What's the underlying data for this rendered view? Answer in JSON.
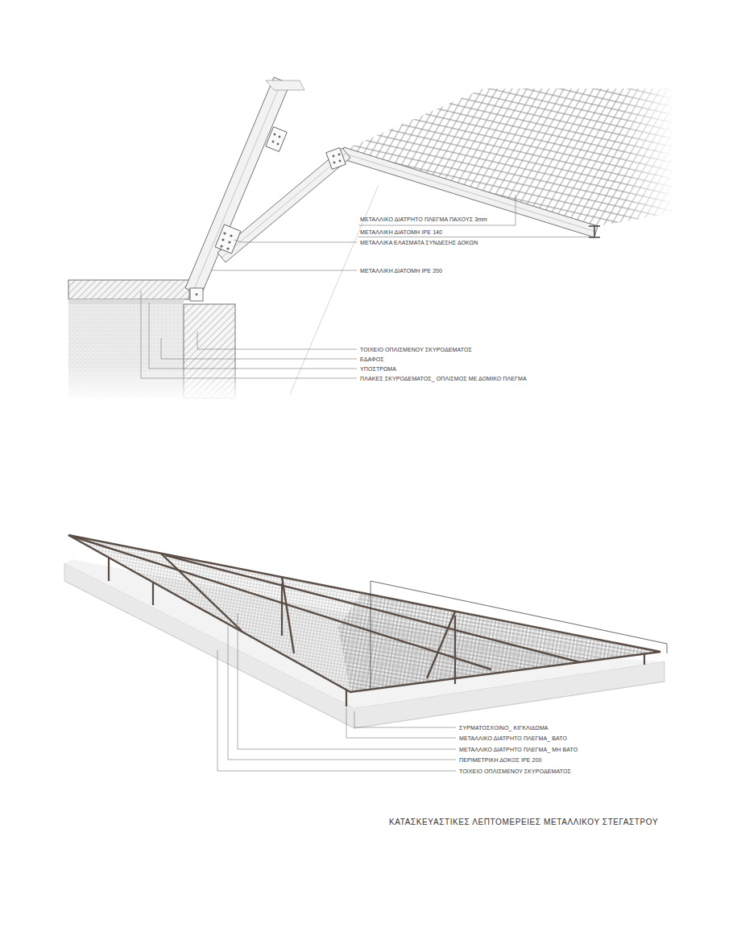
{
  "diagram": {
    "title": "ΚΑΤΑΣΚΕΥΑΣΤΙΚΕΣ ΛΕΠΤΟΜΕΡΕΙΕΣ ΜΕΤΑΛΛΙΚΟΥ ΣΤΕΓΑΣΤΡΟΥ",
    "labels": [
      "ΜΕΤΑΛΛΙΚΟ ΔΙΑΤΡΗΤΟ ΠΛΕΓΜΑ ΠΑΧΟΥΣ 3mm",
      "ΜΕΤΑΛΛΙΚΗ ΔΙΑΤΟΜΗ IPE 140",
      "ΜΕΤΑΛΛΙΚΑ ΕΛΑΣΜΑΤΑ ΣΥΝΔΕΣΗΣ ΔΟΚΩΝ",
      "ΜΕΤΑΛΛΙΚΗ ΔΙΑΤΟΜΗ IPE 200",
      "ΤΟΙΧΕΙΟ ΟΠΛΙΣΜΕΝΟΥ ΣΚΥΡΟΔΕΜΑΤΟΣ",
      "ΕΔΑΦΟΣ",
      "ΥΠΟΣΤΡΩΜΑ",
      "ΠΛΑΚΕΣ ΣΚΥΡΟΔΕΜΑΤΟΣ_ ΟΠΛΙΣΜΟΣ ΜΕ ΔΟΜΙΚΟ ΠΛΕΓΜΑ",
      "ΣΥΡΜΑΤΟΣΧΟΙΝΟ_ ΚΙΓΚΛΙΔΩΜΑ",
      "ΜΕΤΑΛΛΙΚΟ ΔΙΑΤΡΗΤΟ ΠΛΕΓΜΑ_ ΒΑΤΟ",
      "ΜΕΤΑΛΛΙΚΟ ΔΙΑΤΡΗΤΟ ΠΛΕΓΜΑ_ ΜΗ ΒΑΤΟ",
      "ΠΕΡΙΜΕΤΡΙΚΗ ΔΟΚΟΣ IPE 200",
      "ΤΟΙΧΕΙΟ ΟΠΛΙΣΜΕΝΟΥ ΣΚΥΡΟΔΕΜΑΤΟΣ"
    ]
  }
}
